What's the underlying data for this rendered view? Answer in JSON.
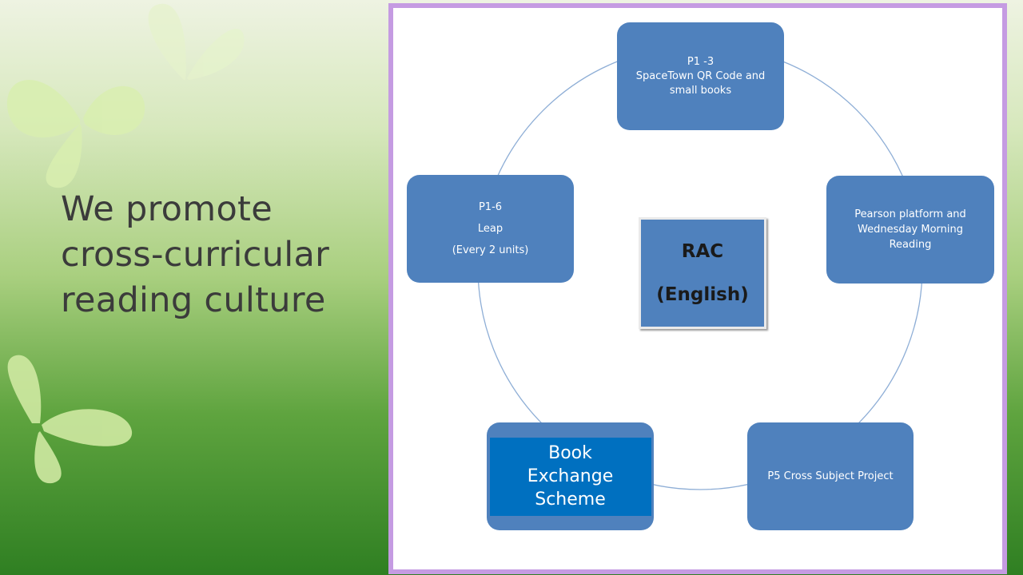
{
  "slide": {
    "heading_lines": [
      "We promote",
      "cross-curricular",
      "reading culture"
    ]
  },
  "diagram": {
    "center": {
      "lines": [
        "RAC",
        "(English)"
      ]
    },
    "nodes": {
      "top": {
        "lines": [
          "P1 -3",
          "SpaceTown QR Code and",
          "small books"
        ]
      },
      "right": {
        "lines": [
          "Pearson platform and",
          "Wednesday Morning",
          "Reading"
        ]
      },
      "bottom_right": {
        "lines": [
          "P5 Cross Subject Project"
        ]
      },
      "bottom_left": {
        "lines": [
          "Book",
          "Exchange",
          "Scheme"
        ]
      },
      "left": {
        "lines": [
          "P1-6",
          "Leap",
          "(Every 2 units)"
        ]
      }
    }
  },
  "colors": {
    "node_fill": "#4f81bd",
    "highlight_fill": "#0070c0",
    "frame_border": "#c59be2",
    "ring_line": "#8eaed6"
  }
}
